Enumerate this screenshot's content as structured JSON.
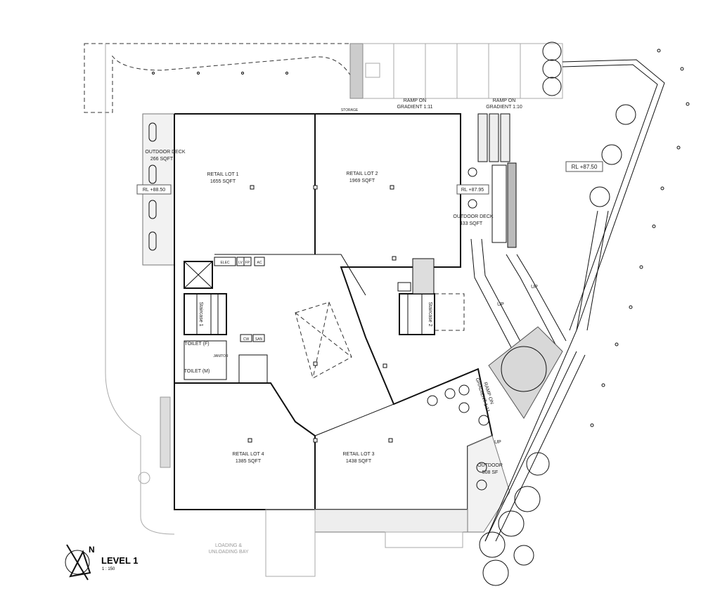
{
  "title": {
    "level": "LEVEL 1",
    "scale": "1 : 150"
  },
  "lots": [
    {
      "name": "RETAIL LOT 1",
      "area": "1655 SQFT"
    },
    {
      "name": "RETAIL LOT 2",
      "area": "1969 SQFT"
    },
    {
      "name": "RETAIL LOT 3",
      "area": "1438 SQFT"
    },
    {
      "name": "RETAIL LOT 4",
      "area": "1385 SQFT"
    }
  ],
  "decks": [
    {
      "name": "OUTDOOR DECK",
      "area": "266 SQFT"
    },
    {
      "name": "OUTDOOR DECK",
      "area": "433 SQFT"
    },
    {
      "name": "OUTDOOR",
      "area": "508 SF"
    }
  ],
  "levels": [
    "RL +88.50",
    "RL +87.95",
    "RL +87.50"
  ],
  "ramps": [
    {
      "l1": "RAMP ON",
      "l2": "GRADIENT 1:11"
    },
    {
      "l1": "RAMP ON",
      "l2": "GRADIENT 1:10"
    },
    {
      "l1": "RAMP ON",
      "l2": "GRADIENT 1:11"
    }
  ],
  "rooms": {
    "storage": "STORAGE",
    "elec": "ELEC",
    "lv": "LV",
    "fp": "FP",
    "ac": "AC",
    "cw": "CW",
    "san": "SAN",
    "janitor": "JANITOR",
    "toilet_f": "TOILET (F)",
    "toilet_m": "TOILET (M)",
    "stair1": "Staircase 1",
    "stair2": "Staircase 2"
  },
  "up": "UP",
  "loading": {
    "l1": "LOADING &",
    "l2": "UNLOADING BAY"
  },
  "north": "N"
}
